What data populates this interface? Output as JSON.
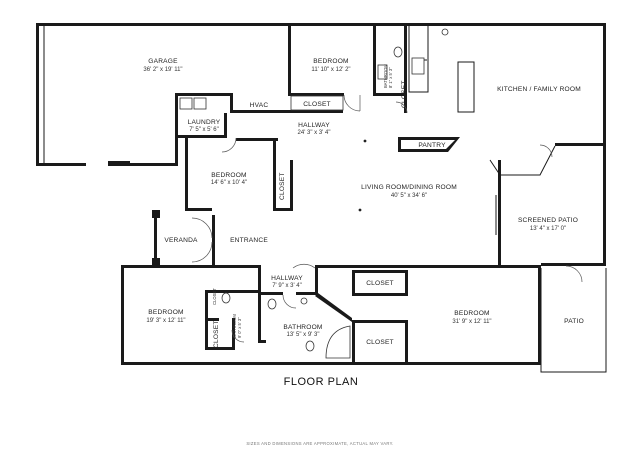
{
  "title": "FLOOR PLAN",
  "disclaimer": "SIZES AND DIMENSIONS ARE APPROXIMATE, ACTUAL MAY VARY.",
  "rooms": {
    "garage": {
      "name": "GARAGE",
      "dim": "36' 2\" x 19' 11\""
    },
    "bedroom_top": {
      "name": "BEDROOM",
      "dim": "11' 10\" x 12' 2\""
    },
    "bathroom_top": {
      "name": "BATHROOM",
      "dim": "8' 1\" x 5' 3\""
    },
    "kitchen": {
      "name": "KITCHEN / FAMILY ROOM"
    },
    "laundry": {
      "name": "LAUNDRY",
      "dim": "7' 5\" x 5' 6\""
    },
    "hvac": {
      "name": "HVAC"
    },
    "closet_top": {
      "name": "CLOSET"
    },
    "closet_right_top": {
      "name": "CLOSET"
    },
    "hallway_top": {
      "name": "HALLWAY",
      "dim": "24' 3\" x 3' 4\""
    },
    "pantry": {
      "name": "PANTRY"
    },
    "bedroom_mid": {
      "name": "BEDROOM",
      "dim": "14' 6\" x 10' 4\""
    },
    "closet_mid": {
      "name": "CLOSET"
    },
    "living": {
      "name": "LIVING ROOM/DINING ROOM",
      "dim": "40' 5\" x 34' 6\""
    },
    "screened_patio": {
      "name": "SCREENED PATIO",
      "dim": "13' 4\" x 17' 0\""
    },
    "veranda": {
      "name": "VERANDA"
    },
    "entrance": {
      "name": "ENTRANCE"
    },
    "hallway_bottom": {
      "name": "HALLWAY",
      "dim": "7' 9\" x 3' 4\""
    },
    "bedroom_left": {
      "name": "BEDROOM",
      "dim": "19' 3\" x 12' 11\""
    },
    "closet_small_top": {
      "name": "CLOSET"
    },
    "bathroom_small": {
      "name": "BATHROOM",
      "dim": "9' 0\" x 5' 3\""
    },
    "closet_small_left": {
      "name": "CLOSET"
    },
    "bathroom_mid": {
      "name": "BATHROOM",
      "dim": "13' 5\" x 9' 3\""
    },
    "closet_master_top": {
      "name": "CLOSET"
    },
    "closet_master_bottom": {
      "name": "CLOSET"
    },
    "bedroom_master": {
      "name": "BEDROOM",
      "dim": "31' 9\" x 12' 11\""
    },
    "patio": {
      "name": "PATIO"
    }
  }
}
